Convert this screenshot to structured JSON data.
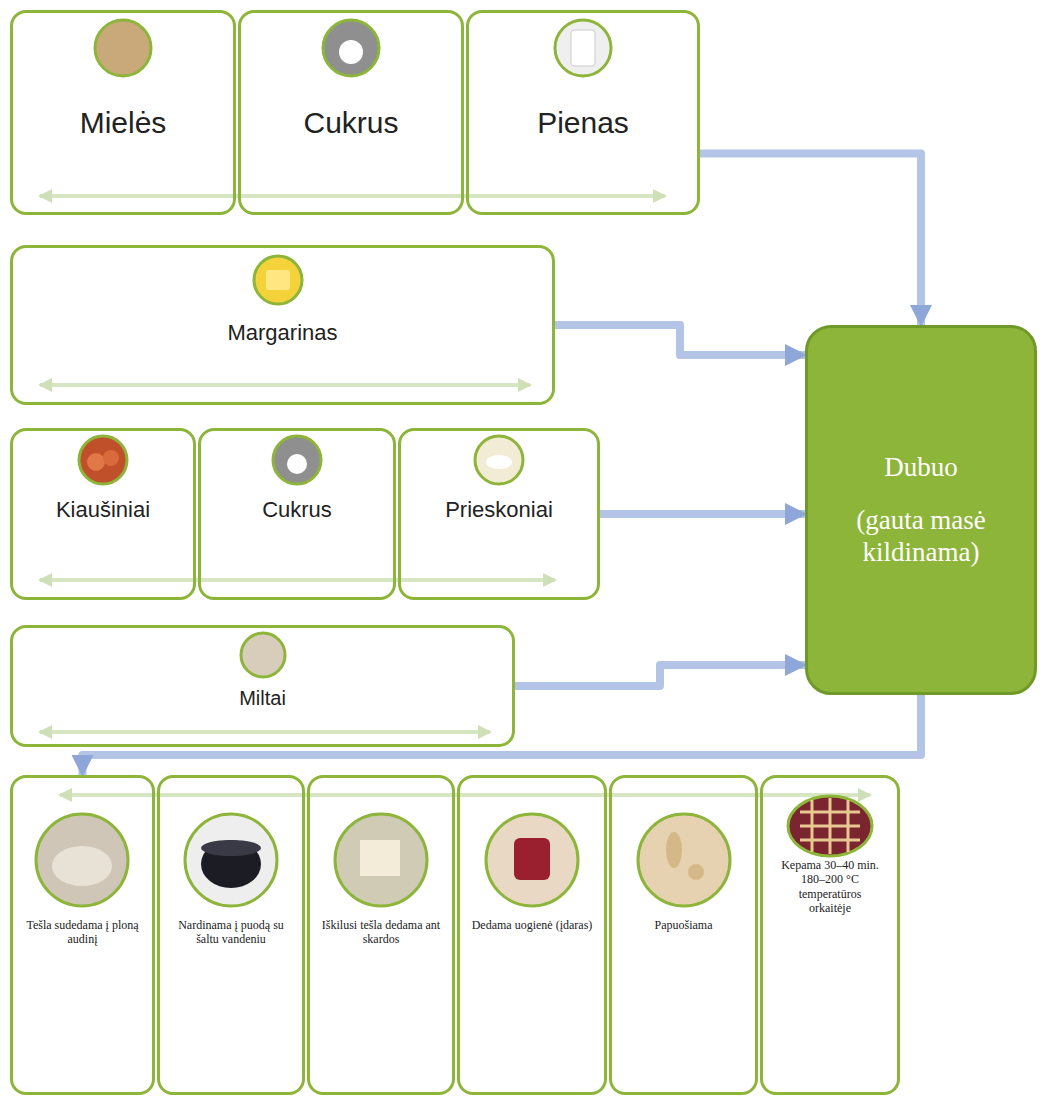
{
  "diagram": {
    "nodes": [
      {
        "text": [
          "Mielės"
        ]
      },
      {
        "text": [
          "Cukrus"
        ]
      },
      {
        "text": [
          "Pienas"
        ]
      },
      {
        "text": [
          "Margarinas"
        ]
      },
      {
        "text": [
          "Kiaušiniai"
        ]
      },
      {
        "text": [
          "Cukrus"
        ]
      },
      {
        "text": [
          "Prieskoniai"
        ]
      },
      {
        "text": [
          "Miltai"
        ]
      },
      {
        "text": [
          "Dubuo",
          "(gauta masė kildinama)"
        ]
      },
      {
        "text": [
          "Tešla sudedama į ploną audinį"
        ]
      },
      {
        "text": [
          "Nardinama į puodą su šaltu vandeniu"
        ]
      },
      {
        "text": [
          "Iškilusi tešla dedama ant skardos"
        ]
      },
      {
        "text": [
          "Dedama uogienė (įdaras)"
        ]
      },
      {
        "text": [
          "Papuošiama"
        ]
      },
      {
        "text": [
          "Kepama 30–40 min. 180–200 °C temperatūros orkaitėje"
        ]
      }
    ],
    "edges": [
      {
        "from": 2,
        "to": 8,
        "arrow": "to"
      },
      {
        "from": 3,
        "to": 8,
        "arrow": "to"
      },
      {
        "from": 6,
        "to": 8,
        "arrow": "to"
      },
      {
        "from": 7,
        "to": 8,
        "arrow": "to"
      },
      {
        "from": 8,
        "to": 9,
        "arrow": "to"
      }
    ]
  }
}
